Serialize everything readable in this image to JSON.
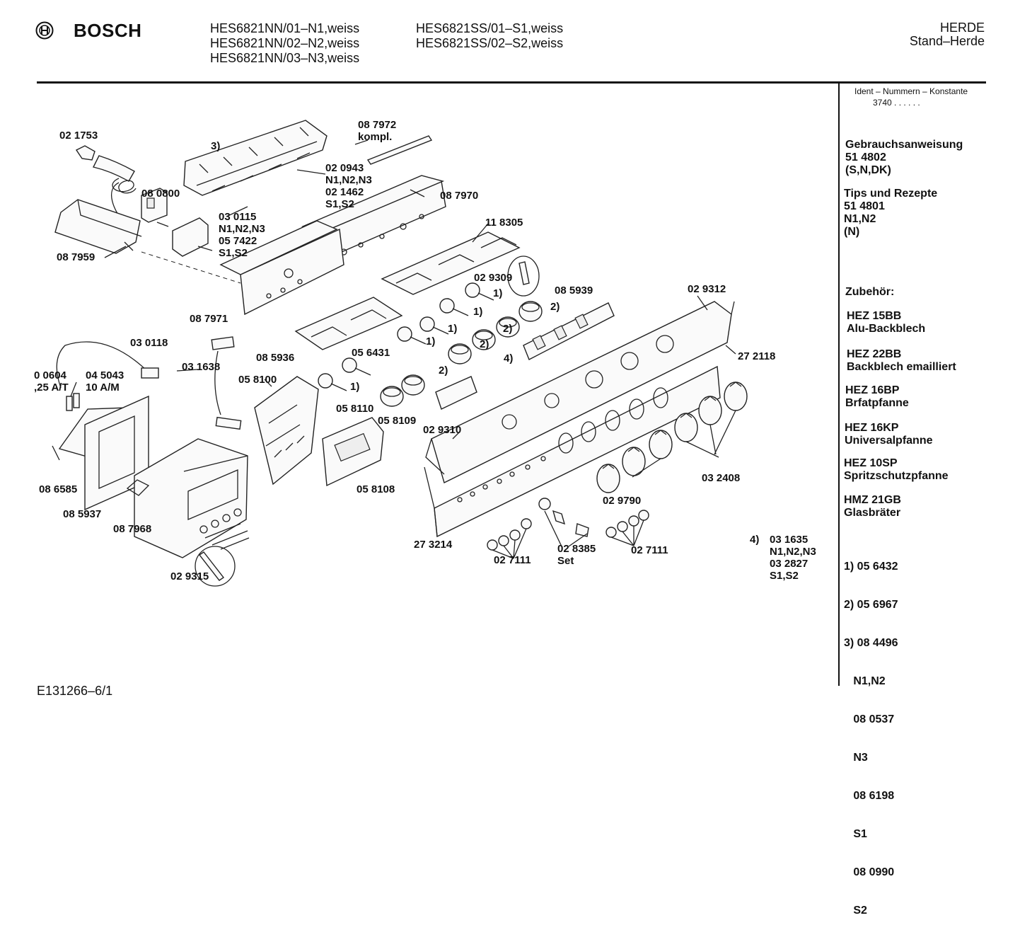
{
  "header": {
    "brand": "BOSCH",
    "models_col1": [
      "HES6821NN/01–N1,weiss",
      "HES6821NN/02–N2,weiss",
      "HES6821NN/03–N3,weiss"
    ],
    "models_col2": [
      "HES6821SS/01–S1,weiss",
      "HES6821SS/02–S2,weiss"
    ],
    "category": [
      "HERDE",
      "Stand–Herde"
    ]
  },
  "sidebar": {
    "ident_title": "Ident – Nummern – Konstante",
    "ident_value": "3740 . . . . . .",
    "blocks": [
      [
        "Gebrauchsanweisung",
        "51 4802",
        "(S,N,DK)"
      ],
      [
        "Tips und Rezepte",
        "51 4801",
        "N1,N2",
        "(N)"
      ],
      [
        "Zubehör:"
      ],
      [
        "HEZ 15BB",
        "Alu-Backblech"
      ],
      [
        "HEZ 22BB",
        "Backblech emailliert"
      ],
      [
        "HEZ 16BP",
        "Brfatpfanne"
      ],
      [
        "HEZ 16KP",
        "Universalpfanne"
      ],
      [
        "HEZ 10SP",
        "Spritzschutzpfanne"
      ],
      [
        "HMZ 21GB",
        "Glasbräter"
      ],
      [
        "1) 05 6432",
        "2) 05 6967",
        "3) 08 4496",
        "   N1,N2",
        "   08 0537",
        "   N3",
        "   08 6198",
        "   S1",
        "   08 0990",
        "   S2"
      ]
    ]
  },
  "footer": {
    "code": "E131266–6/1"
  },
  "parts": [
    {
      "id": "p021753",
      "text": "02 1753"
    },
    {
      "id": "p080800",
      "text": "08 0800"
    },
    {
      "id": "p087959",
      "text": "08 7959"
    },
    {
      "id": "p3",
      "text": "3)"
    },
    {
      "id": "p087972",
      "text": "08 7972\nkompl."
    },
    {
      "id": "p020943",
      "text": "02 0943\nN1,N2,N3\n02 1462\nS1,S2"
    },
    {
      "id": "p030115",
      "text": "03 0115\nN1,N2,N3\n05 7422\nS1,S2"
    },
    {
      "id": "p087970",
      "text": "08 7970"
    },
    {
      "id": "p118305",
      "text": "11 8305"
    },
    {
      "id": "p029309",
      "text": "02 9309"
    },
    {
      "id": "p085939",
      "text": "08 5939"
    },
    {
      "id": "p029312",
      "text": "02 9312"
    },
    {
      "id": "p087971",
      "text": "08 7971"
    },
    {
      "id": "p030118",
      "text": "03 0118"
    },
    {
      "id": "p030604",
      "text": "0 0604\n,25 A/T"
    },
    {
      "id": "p045043",
      "text": "04 5043\n10 A/M"
    },
    {
      "id": "p031638",
      "text": "03 1638"
    },
    {
      "id": "p085936",
      "text": "08 5936"
    },
    {
      "id": "p056431",
      "text": "05 6431"
    },
    {
      "id": "p272118",
      "text": "27 2118"
    },
    {
      "id": "p058100",
      "text": "05 8100"
    },
    {
      "id": "p058110",
      "text": "05 8110"
    },
    {
      "id": "p058109",
      "text": "05 8109"
    },
    {
      "id": "p029310",
      "text": "02 9310"
    },
    {
      "id": "p086585",
      "text": "08 6585"
    },
    {
      "id": "p085937",
      "text": "08 5937"
    },
    {
      "id": "p087968",
      "text": "08 7968"
    },
    {
      "id": "p058108",
      "text": "05 8108"
    },
    {
      "id": "p032408",
      "text": "03 2408"
    },
    {
      "id": "p029790",
      "text": "02 9790"
    },
    {
      "id": "p273214",
      "text": "27 3214"
    },
    {
      "id": "p027111a",
      "text": "02 7111"
    },
    {
      "id": "p028385",
      "text": "02 8385\nSet"
    },
    {
      "id": "p027111b",
      "text": "02 7111"
    },
    {
      "id": "p029315",
      "text": "02 9315"
    },
    {
      "id": "p4a",
      "text": "4)"
    },
    {
      "id": "p031635",
      "text": "03 1635\nN1,N2,N3\n03 2827\nS1,S2"
    },
    {
      "id": "c1a",
      "text": "1)"
    },
    {
      "id": "c1b",
      "text": "1)"
    },
    {
      "id": "c1c",
      "text": "1)"
    },
    {
      "id": "c1d",
      "text": "1)"
    },
    {
      "id": "c1e",
      "text": "1)"
    },
    {
      "id": "c2a",
      "text": "2)"
    },
    {
      "id": "c2b",
      "text": "2)"
    },
    {
      "id": "c2c",
      "text": "2)"
    },
    {
      "id": "c2d",
      "text": "2)"
    },
    {
      "id": "c4b",
      "text": "4)"
    }
  ]
}
